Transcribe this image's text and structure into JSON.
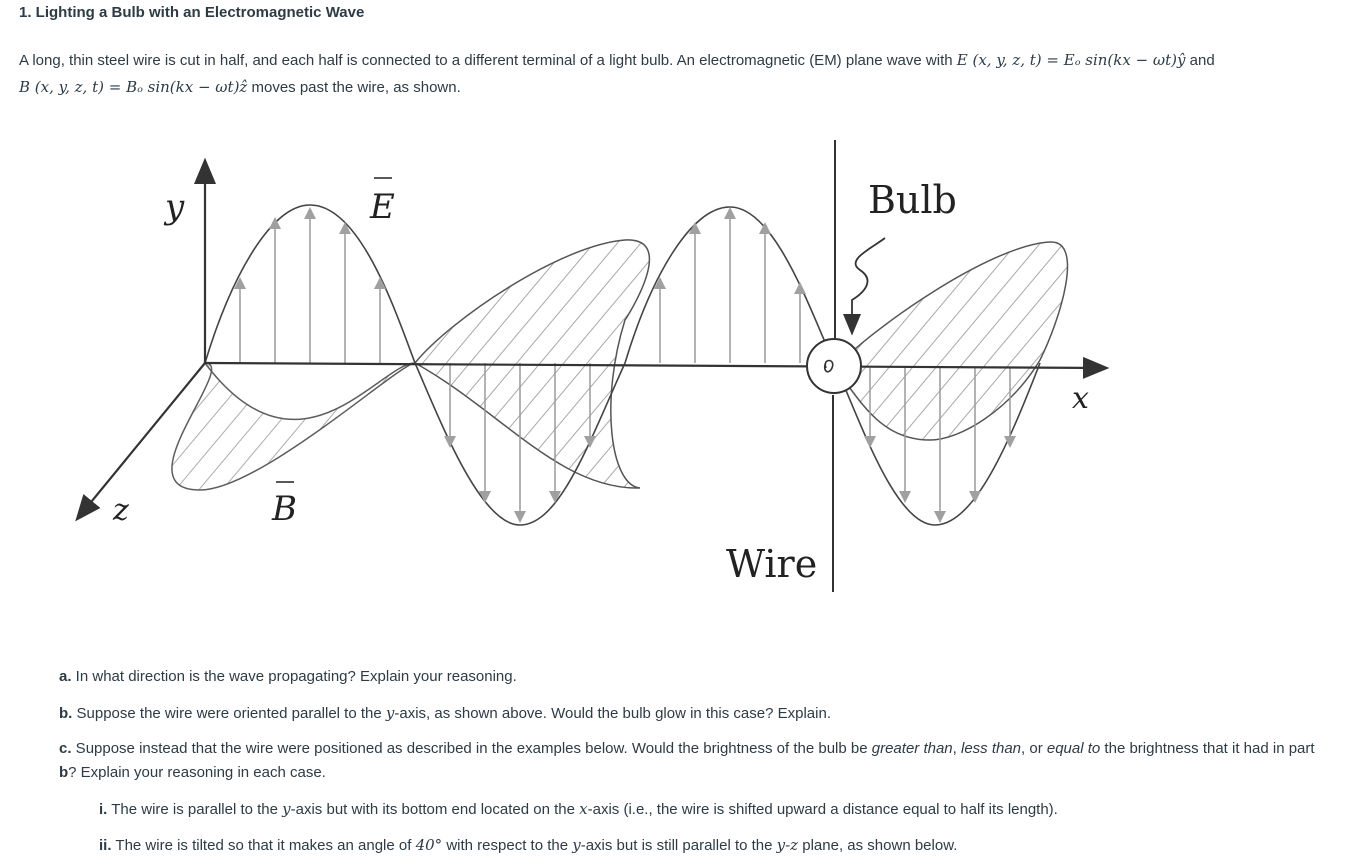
{
  "problem": {
    "title": "1. Lighting a Bulb with an Electromagnetic Wave",
    "intro_text_1": "A long, thin steel wire is cut in half, and each half is connected to a different terminal of a light bulb.  An electromagnetic (EM) plane wave with ",
    "intro_eq_E": "E (x, y, z, t) = Eₒ sin(kx − ωt)ŷ",
    "intro_and": " and",
    "intro_eq_B": "B (x, y, z, t) = Bₒ sin(kx − ωt)ẑ",
    "intro_text_2": "  moves past the wire, as shown."
  },
  "figure": {
    "label_y": "y",
    "label_E": "E",
    "label_bulb": "Bulb",
    "label_x": "x",
    "label_z": "z",
    "label_B": "B",
    "label_wire": "Wire"
  },
  "questions": {
    "a_label": "a.",
    "a_text": " In what direction is the wave propagating?  Explain your reasoning.",
    "b_label": "b.",
    "b_pre": " Suppose the wire were oriented parallel to the ",
    "b_var": "y",
    "b_post": "-axis, as shown above.  Would the bulb glow in this case?  Explain.",
    "c_label": "c.",
    "c_pre": " Suppose instead that the wire were positioned as described in the examples below.  Would the brightness of the bulb be ",
    "c_greater": "greater than",
    "c_comma1": ", ",
    "c_less": "less than",
    "c_comma2": ", or ",
    "c_equal": "equal to",
    "c_mid": " the brightness that it had in part ",
    "c_b": "b",
    "c_post": "?  Explain your reasoning in each case.",
    "i_label": "i.",
    "i_pre": " The wire is parallel to the ",
    "i_var1": "y",
    "i_mid": "-axis but with its bottom end located on the ",
    "i_var2": "x",
    "i_post": "-axis (i.e., the wire is shifted upward a distance equal to half its length).",
    "ii_label": "ii.",
    "ii_pre": " The wire is tilted so that it makes an angle of ",
    "ii_angle": "40°",
    "ii_mid": " with respect to the ",
    "ii_var1": "y",
    "ii_mid2": "-axis but is still parallel to the ",
    "ii_var2": "y-z",
    "ii_post": " plane, as shown below."
  }
}
